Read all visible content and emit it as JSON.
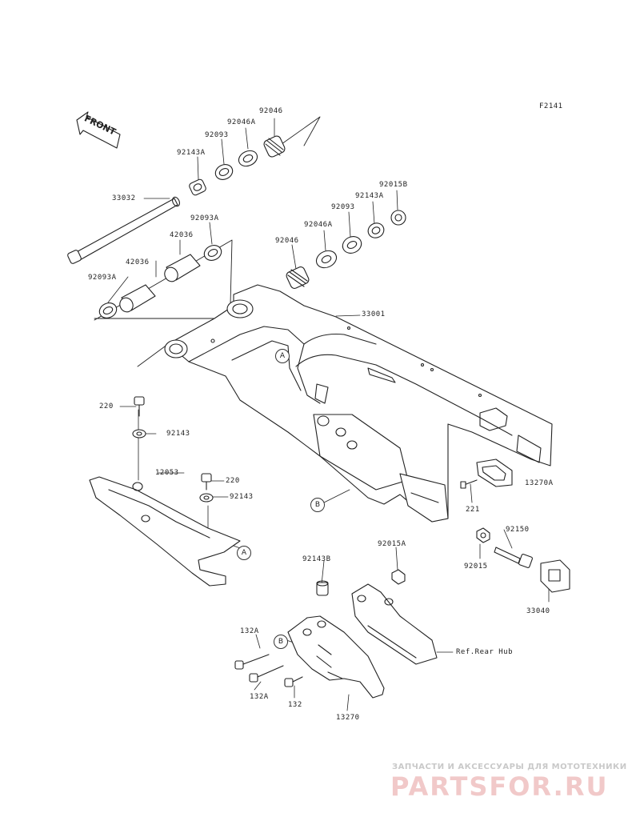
{
  "diagram_code": "F2141",
  "front_label": "FRONT",
  "callouts": {
    "A": "A",
    "B": "B"
  },
  "parts": {
    "p92046_top": "92046",
    "p92046a_top": "92046A",
    "p92093_top": "92093",
    "p92143a_top": "92143A",
    "p33032": "33032",
    "p92093a_top": "92093A",
    "p42036_top": "42036",
    "p42036_low": "42036",
    "p92093a_low": "92093A",
    "p92015b": "92015B",
    "p92143a_right": "92143A",
    "p92093_right": "92093",
    "p92046a_right": "92046A",
    "p92046_right": "92046",
    "p33001": "33001",
    "p220_a": "220",
    "p92143_a": "92143",
    "p12053": "12053",
    "p220_b": "220",
    "p92143_b": "92143",
    "p13270a": "13270A",
    "p221": "221",
    "p92150": "92150",
    "p92015": "92015",
    "p33040": "33040",
    "p92143b": "92143B",
    "p92015a": "92015A",
    "p132a_top": "132A",
    "p132a_low": "132A",
    "p132": "132",
    "p13270": "13270",
    "ref_rear_hub": "Ref.Rear Hub"
  },
  "watermark": {
    "line1": "ЗАПЧАСТИ И АКСЕССУАРЫ ДЛЯ МОТОТЕХНИКИ",
    "logo": "PARTSFOR.RU"
  }
}
